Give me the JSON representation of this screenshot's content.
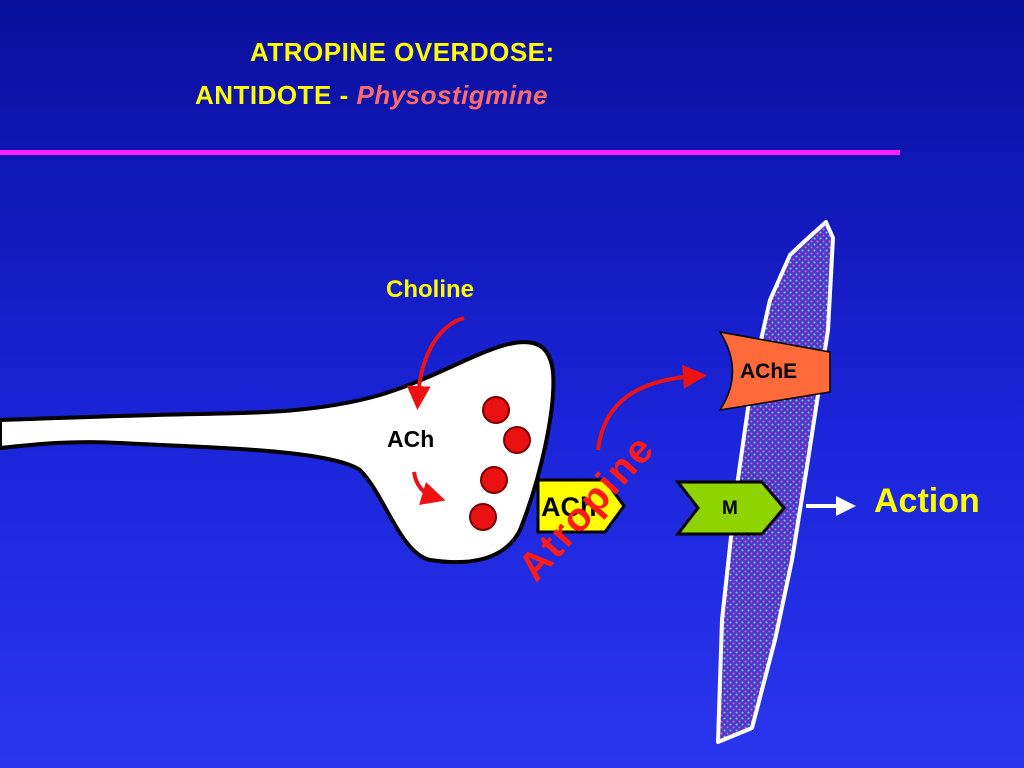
{
  "title": {
    "line1": "ATROPINE  OVERDOSE:",
    "line2_prefix": "ANTIDOTE - ",
    "line2_emphasis": "Physostigmine"
  },
  "labels": {
    "choline": "Choline",
    "ach_neuron": "ACh",
    "ache": "AChE",
    "ach_molecule": "ACh",
    "muscarinic_receptor": "M",
    "action": "Action",
    "atropine": "Atropine"
  },
  "colors": {
    "background": "#1a24d8",
    "title": "#ffff00",
    "title_emphasis": "#ff6a6a",
    "divider": "#ff22ff",
    "vesicle": "#e81010",
    "ache": "#ff6a3a",
    "receptor": "#8fd400",
    "ach_molecule": "#ffff00",
    "atropine": "#ff1a1a",
    "cell_fill": "#4a3ac8"
  },
  "icons": [
    "red-curved-arrow",
    "white-arrow",
    "vesicle-circle"
  ]
}
